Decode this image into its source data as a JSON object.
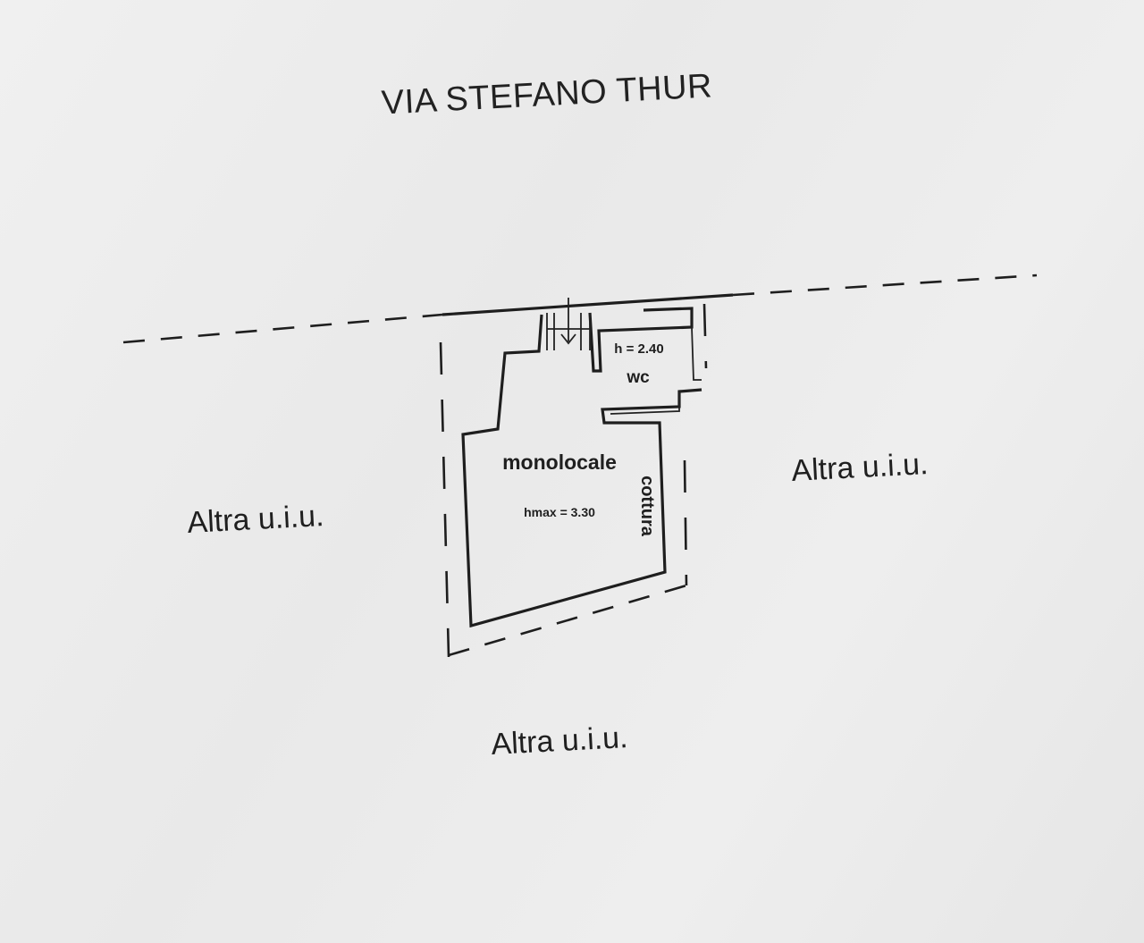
{
  "street_label": "VIA STEFANO THUR",
  "neighbors": {
    "left": "Altra u.i.u.",
    "right": "Altra u.i.u.",
    "bottom": "Altra u.i.u."
  },
  "rooms": {
    "main": {
      "name": "monolocale",
      "height": "hmax = 3.30"
    },
    "wc": {
      "name": "wc",
      "height": "h = 2.40"
    },
    "kitchen": {
      "name": "cottura"
    }
  }
}
